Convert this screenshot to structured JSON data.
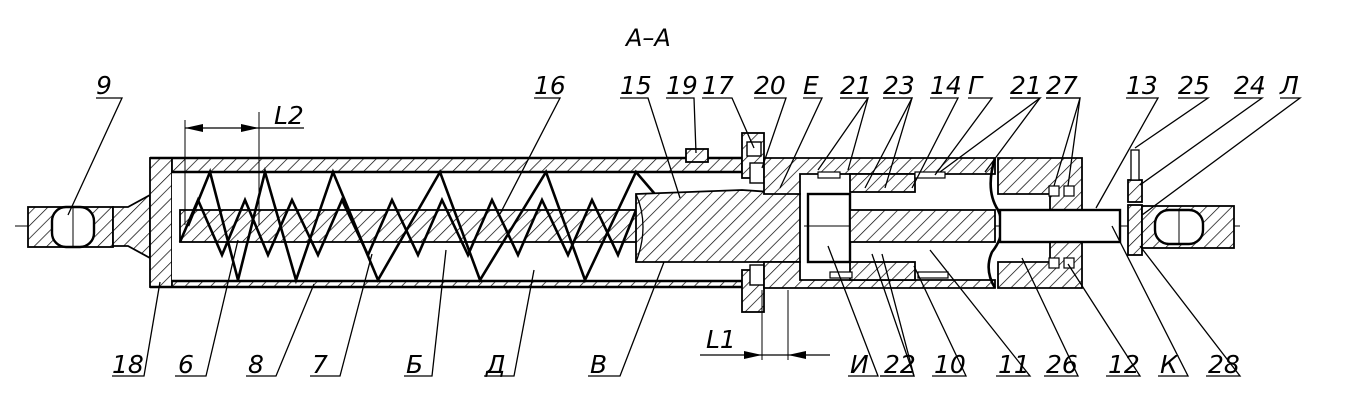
{
  "title": "А–А",
  "labels_top": [
    "9",
    "L2",
    "16",
    "15",
    "19",
    "17",
    "20",
    "Е",
    "21",
    "23",
    "14",
    "Г",
    "21",
    "27",
    "13",
    "25",
    "24",
    "Л"
  ],
  "labels_bottom": [
    "18",
    "6",
    "8",
    "7",
    "Б",
    "Д",
    "В",
    "L1",
    "И",
    "22",
    "10",
    "11",
    "26",
    "12",
    "К",
    "28"
  ]
}
